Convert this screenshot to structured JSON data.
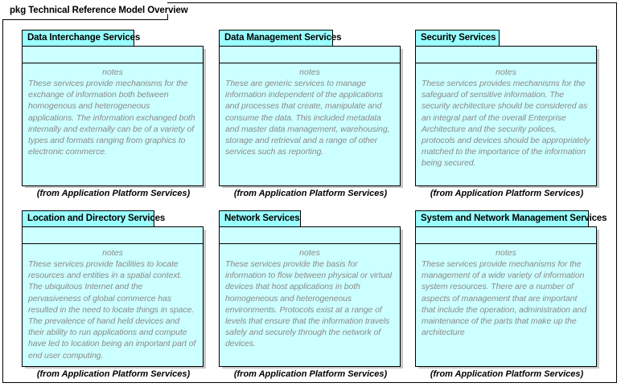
{
  "frame": {
    "keyword": "pkg",
    "title": "pkg Technical Reference Model Overview"
  },
  "notes_label": "notes",
  "caption": "(from Application Platform Services)",
  "packages": [
    {
      "name": "Data Interchange Services",
      "notes": "These services provide mechanisms for the exchange of information both between homogenous and heterogeneous applications. The information exchanged both internally and externally can be of a variety of types and formats ranging from graphics to electronic commerce.",
      "caption": "(from Application Platform Services)"
    },
    {
      "name": "Data Management Services",
      "notes": "These are generic services to manage information independent of the applications and processes that create, manipulate and consume the data. This included metadata and master data management, warehousing, storage and retrieval and a range of other services such as reporting.",
      "caption": "(from Application Platform Services)"
    },
    {
      "name": "Security Services",
      "notes": "These services provides mechanisms for the safeguard of sensitive information. The security architecture should be considered as an integral part of the overall Enterprise Architecture and the security polices, protocols and devices should be appropriately matched to the importance of the information being secured.",
      "caption": "(from Application Platform Services)"
    },
    {
      "name": "Location and Directory Services",
      "notes": "These services provide facilities to locate resources and entities in a spatial context. The ubiquitous Internet and the pervasiveness of global commerce has resulted in the need to locate things in space. The prevalence of hand held devices and their ability to run applications and compute have led to location being an important part of end user computing.",
      "caption": "(from Application Platform Services)"
    },
    {
      "name": "Network Services",
      "notes": "These services provide the basis for information to flow between physical or virtual devices that host applications in both homogeneous and heterogeneous environments. Protocols exist at a range of levels that ensure that the information travels safely and securely through the network of devices.",
      "caption": "(from Application Platform Services)"
    },
    {
      "name": "System and Network Management Services",
      "notes": "These services provide mechanisms for the management of a wide variety of information system resources. There are a number of aspects of management that are important that include the operation, administration and maintenance of the parts that make up the architecture",
      "caption": "(from Application Platform Services)"
    }
  ],
  "colors": {
    "tab_fill": "#99FFFF",
    "body_fill": "#CCFFFF",
    "border": "#000000",
    "notes_text": "#8a8a8a",
    "shadow": "#c8c8c8",
    "canvas": "#ffffff"
  }
}
